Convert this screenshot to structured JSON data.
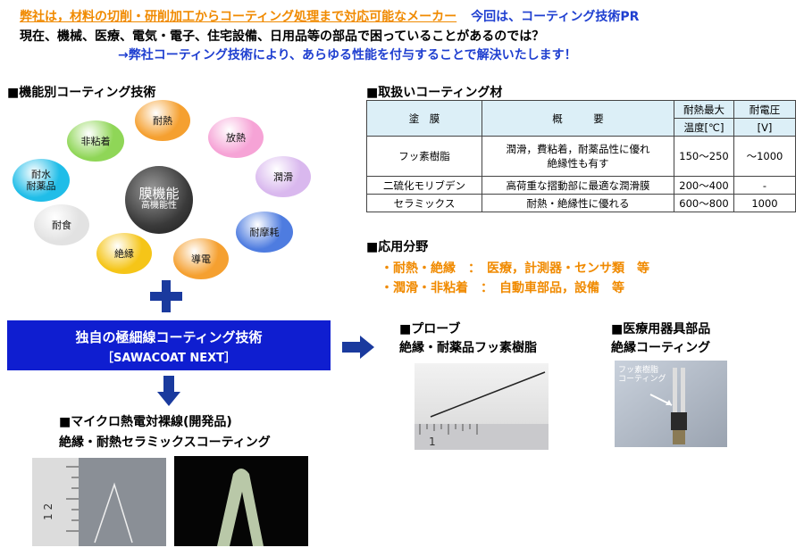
{
  "header": {
    "line1_orange": "弊社は，材料の切削・研削加工からコーティング処理まで対応可能なメーカー",
    "line1_blue": "今回は、コーティング技術PR",
    "line2": "現在、機械、医療、電気・電子、住宅設備、日用品等の部品で困っていることがあるのでは？",
    "line3": "→弊社コーティング技術により、あらゆる性能を付与することで解決いたします！"
  },
  "function_section": {
    "title": "■機能別コーティング技術",
    "center_main": "膜機能",
    "center_sub": "高機能性",
    "balls": [
      {
        "label": "耐熱",
        "color": "#F5A030"
      },
      {
        "label": "放熱",
        "color": "#F6A3D6"
      },
      {
        "label": "潤滑",
        "color": "#D9B8EE"
      },
      {
        "label": "耐摩耗",
        "color": "#4E7CE0"
      },
      {
        "label": "導電",
        "color": "#F5A030"
      },
      {
        "label": "絶縁",
        "color": "#F5C518"
      },
      {
        "label": "耐食",
        "color": "#E2E2E2"
      },
      {
        "label": "耐水\n耐薬品",
        "color": "#20BDE8"
      },
      {
        "label": "非粘着",
        "color": "#8FD657"
      }
    ],
    "plus": "+"
  },
  "materials_section": {
    "title": "■取扱いコーティング材",
    "header": {
      "coat": "塗　膜",
      "summary": "概　　　要",
      "heat_top": "耐熱最大",
      "heat_unit": "温度[℃]",
      "volt_top": "耐電圧",
      "volt_unit": "[V]"
    },
    "rows": [
      {
        "coat": "フッ素樹脂",
        "summary": "潤滑，費粘着，耐薬品性に優れ\n絶縁性も有す",
        "heat": "150～250",
        "volt": "～1000"
      },
      {
        "coat": "二硫化モリブデン",
        "summary": "高荷重な摺動部に最適な潤滑膜",
        "heat": "200～400",
        "volt": "-"
      },
      {
        "coat": "セラミックス",
        "summary": "耐熱・絶縁性に優れる",
        "heat": "600～800",
        "volt": "1000"
      }
    ]
  },
  "application_section": {
    "title": "■応用分野",
    "line1": "・耐熱・絶縁　：　医療，計測器・センサ類　等",
    "line2": "・潤滑・非粘着　：　自動車部品，設備　等"
  },
  "technology": {
    "line1": "独自の極細線コーティング技術",
    "line2": "［SAWACOAT NEXT］"
  },
  "probe": {
    "title": "■プローブ",
    "subtitle": "絶縁・耐薬品フッ素樹脂"
  },
  "medical": {
    "title": "■医療用器具部品",
    "subtitle": "絶縁コーティング",
    "annotation": "フッ素樹脂\nコーティング"
  },
  "thermocouple": {
    "title": "■マイクロ熱電対裸線(開発品)",
    "subtitle": "絶縁・耐熱セラミックスコーティング"
  },
  "ruler_marks": {
    "probe_ruler": "1",
    "thermo_ruler": "1 2"
  }
}
